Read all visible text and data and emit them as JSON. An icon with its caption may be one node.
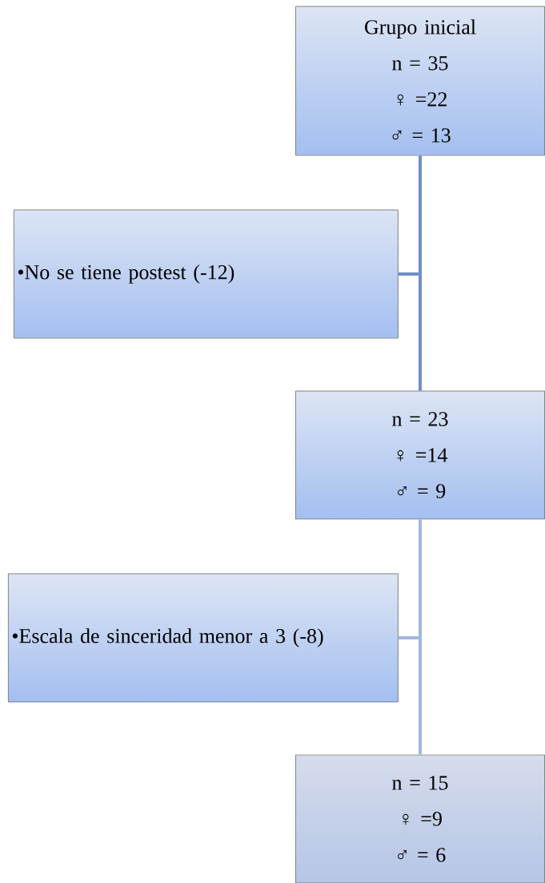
{
  "diagram": {
    "nodes": [
      {
        "text": [
          "Grupo inicial",
          "n = 35",
          "♀ =22",
          "♂ = 13"
        ]
      },
      {
        "text": [
          "•No se tiene postest (-12)"
        ]
      },
      {
        "text": [
          "n = 23",
          "♀ =14",
          "♂ = 9"
        ]
      },
      {
        "text": [
          "•Escala de sinceridad menor a 3 (-8)"
        ]
      },
      {
        "text": [
          "n = 15",
          "♀ =9",
          "♂ = 6"
        ]
      }
    ],
    "edges": [
      {
        "from": 0,
        "to": 1,
        "arrow": "none",
        "color": "#6f8fc6"
      },
      {
        "from": 0,
        "to": 2,
        "arrow": "none",
        "color": "#6f8fc6"
      },
      {
        "from": 2,
        "to": 3,
        "arrow": "none",
        "color": "#a3b7dc"
      },
      {
        "from": 2,
        "to": 4,
        "arrow": "none",
        "color": "#a3b7dc"
      }
    ]
  }
}
